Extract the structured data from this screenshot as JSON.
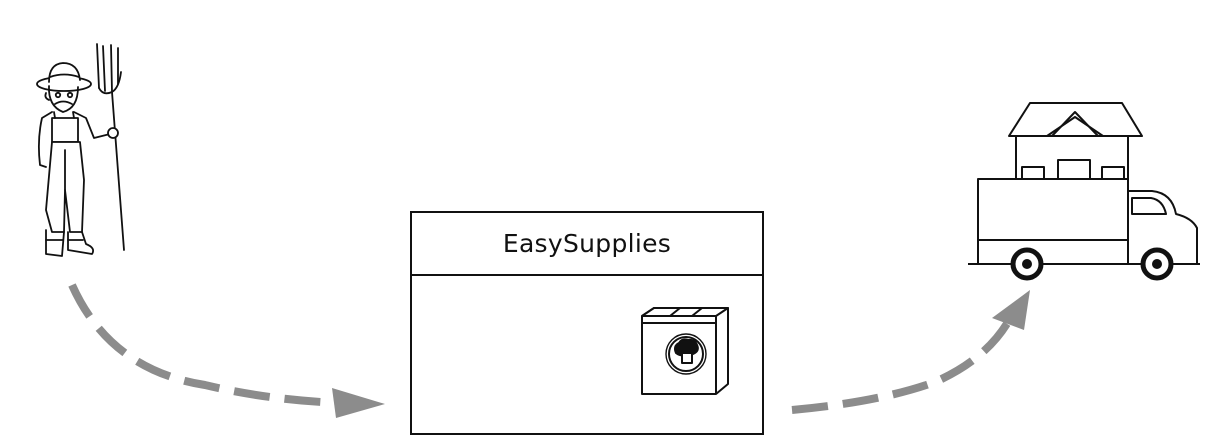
{
  "company": {
    "name": "EasySupplies"
  },
  "actors": {
    "producer": {
      "icon": "farmer-with-pitchfork-icon"
    },
    "destination": {
      "icon": "house-on-delivery-truck-icon"
    },
    "package": {
      "icon": "broccoli-package-icon"
    }
  },
  "flow": [
    {
      "from": "producer",
      "to": "company",
      "style": "dashed-arrow",
      "color": "#8c8c8c"
    },
    {
      "from": "company",
      "to": "destination",
      "style": "dashed-arrow",
      "color": "#8c8c8c"
    }
  ]
}
